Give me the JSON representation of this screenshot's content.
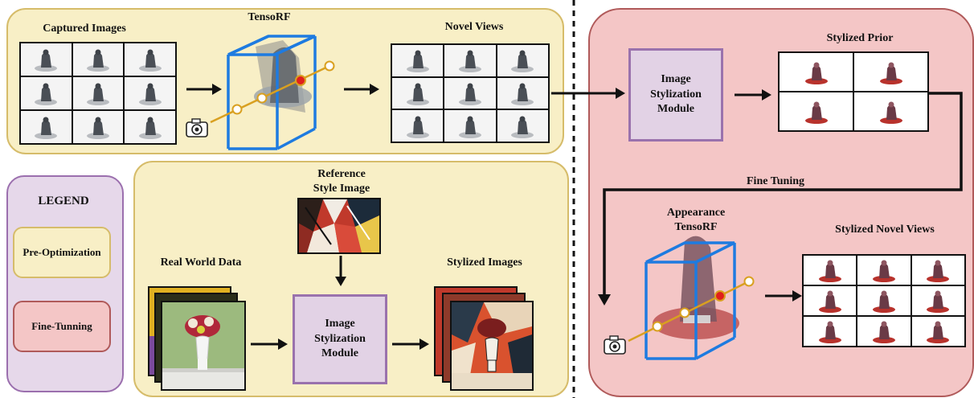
{
  "pre_optimization": {
    "captured_label": "Captured Images",
    "tensorf_label": "TensoRF",
    "novel_label": "Novel Views"
  },
  "stylization": {
    "reference_label_line1": "Reference",
    "reference_label_line2": "Style Image",
    "real_world_label": "Real World Data",
    "module_line1": "Image",
    "module_line2": "Stylization",
    "module_line3": "Module",
    "stylized_images_label": "Stylized Images"
  },
  "fine_tuning_panel": {
    "module_line1": "Image",
    "module_line2": "Stylization",
    "module_line3": "Module",
    "stylized_prior_label": "Stylized Prior",
    "fine_tuning_label": "Fine Tuning",
    "appearance_line1": "Appearance",
    "appearance_line2": "TensoRF",
    "stylized_novel_label": "Stylized Novel Views"
  },
  "legend": {
    "title": "LEGEND",
    "pre_optimization": "Pre-Optimization",
    "fine_tuning": "Fine-Tunning"
  },
  "colors": {
    "pre_panel": "#f8efc6",
    "fine_panel": "#f4c6c6",
    "legend_panel": "#e6d8ea",
    "module_fill": "#e2d2e5",
    "cube_blue": "#1e7be0",
    "ray_orange": "#d9a020",
    "point_red": "#e0201c"
  },
  "icons": [
    "camera-icon",
    "arrow-icon",
    "cube-icon"
  ]
}
